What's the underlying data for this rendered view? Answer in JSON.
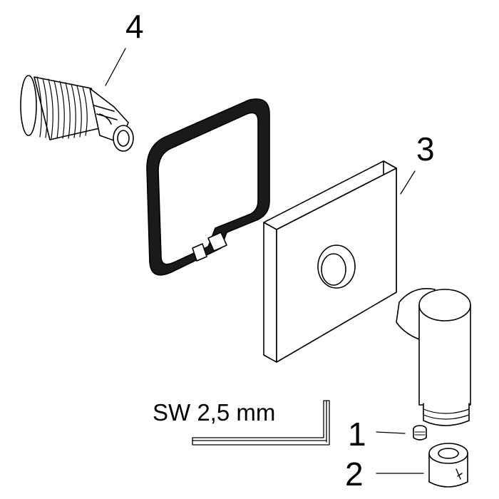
{
  "callouts": {
    "part_1": "1",
    "part_2": "2",
    "part_3": "3",
    "part_4": "4"
  },
  "tool_label": "SW 2,5 mm",
  "colors": {
    "line": "#000000",
    "background": "#ffffff",
    "gasket_fill": "#1a1a1a"
  },
  "icons": [
    "threaded-connector",
    "square-gasket",
    "square-rosette",
    "elbow-outlet",
    "grub-screw",
    "nut-fitting",
    "hex-key"
  ]
}
